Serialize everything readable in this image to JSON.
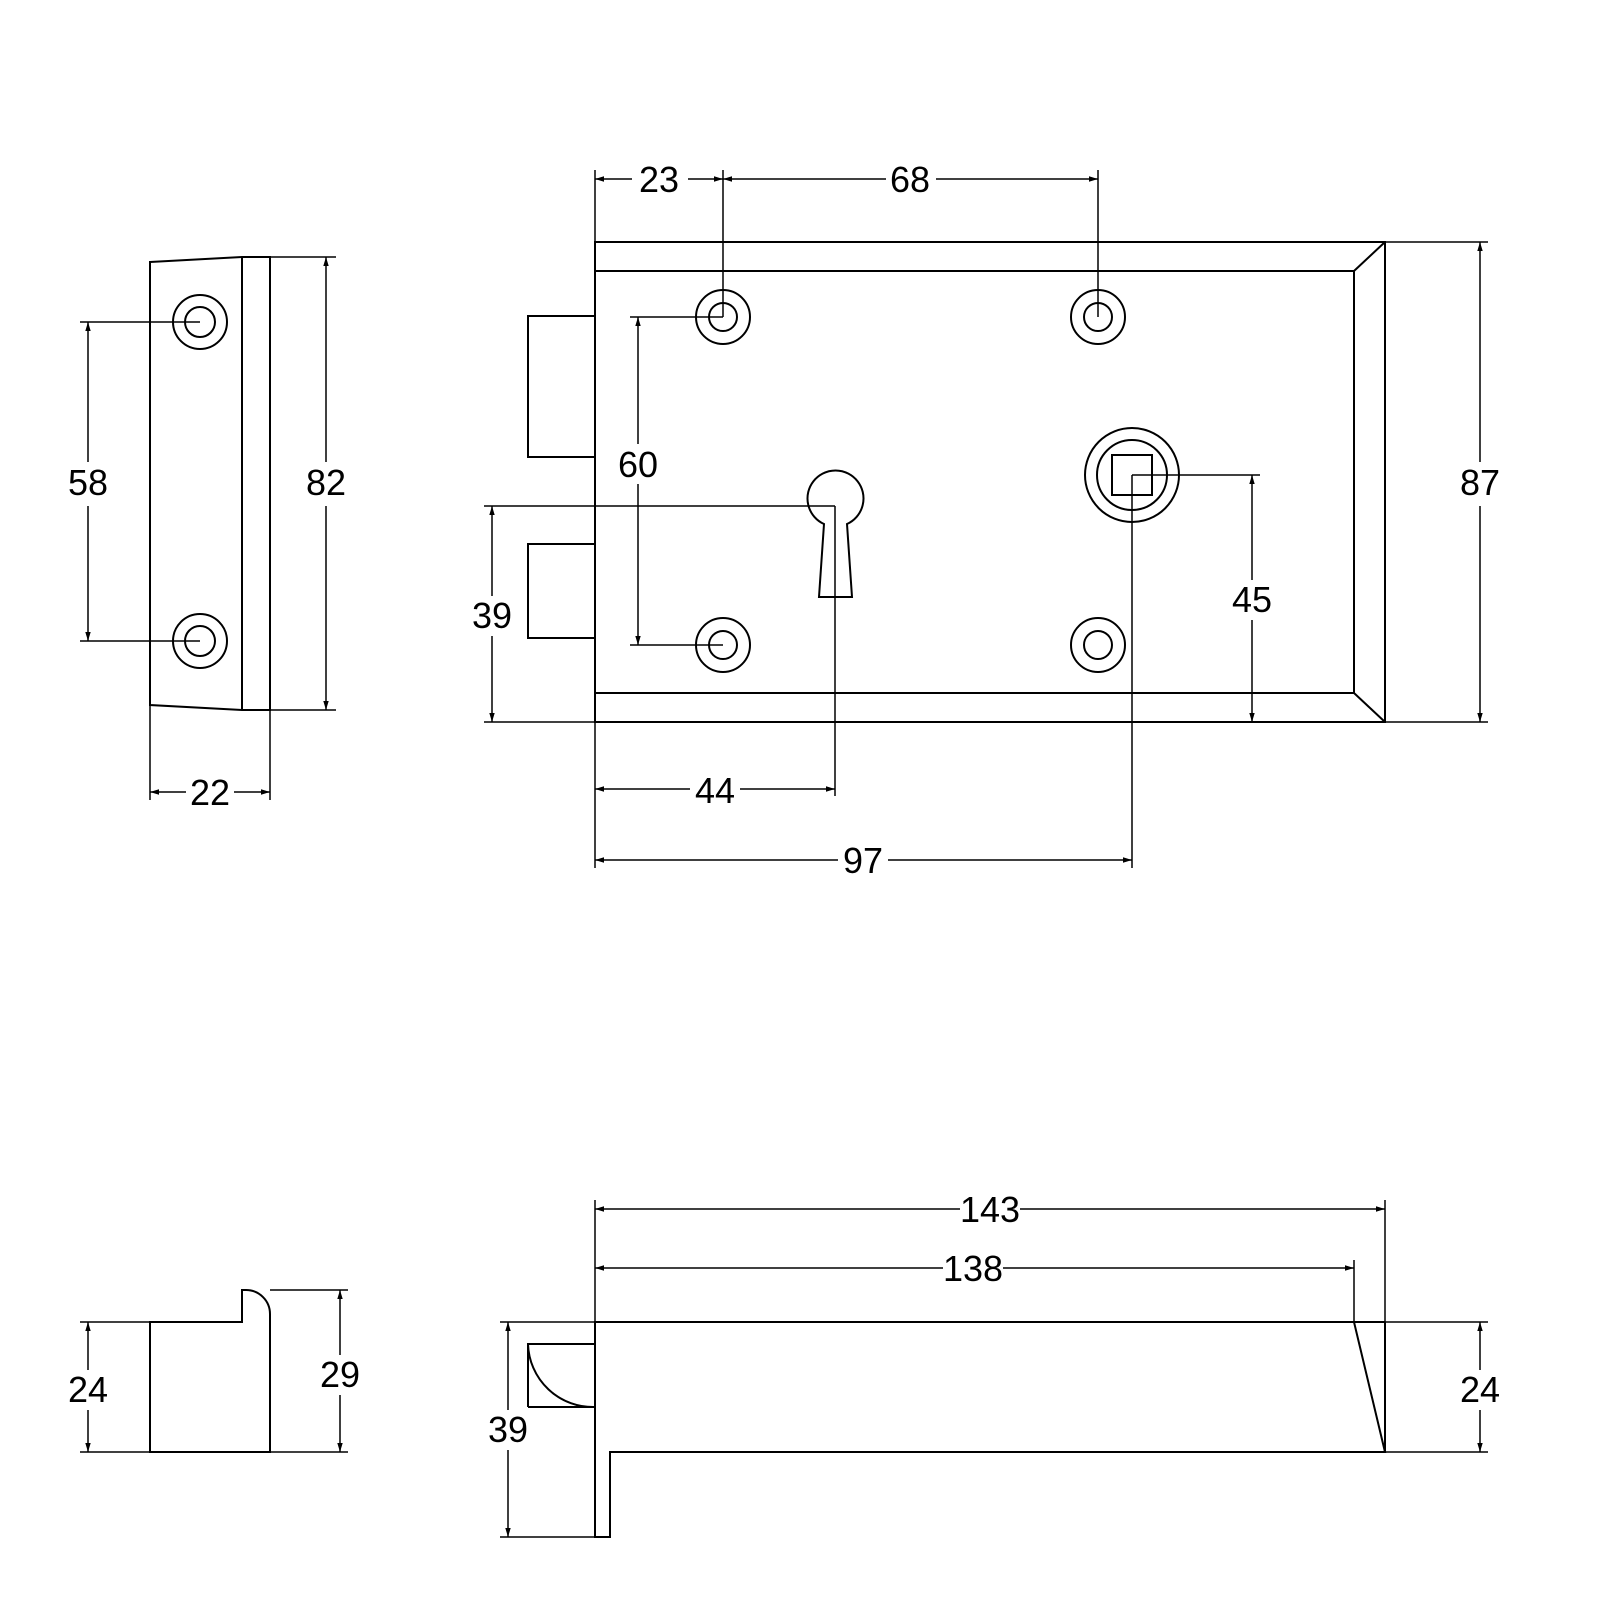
{
  "strike_front": {
    "hole_spacing": "58",
    "height": "82",
    "width": "22"
  },
  "lock_front": {
    "fix_left_offset": "23",
    "fix_spacing": "68",
    "fix_vertical": "60",
    "keyhole_height": "39",
    "spindle_height": "45",
    "overall_height": "87",
    "keyhole_offset": "44",
    "spindle_offset": "97"
  },
  "strike_side": {
    "body_depth": "24",
    "overall_depth": "29"
  },
  "lock_side": {
    "overall_length": "143",
    "body_length": "138",
    "depth_with_bolt": "39",
    "body_depth": "24"
  },
  "colors": {
    "line": "#000000",
    "background": "#ffffff"
  }
}
